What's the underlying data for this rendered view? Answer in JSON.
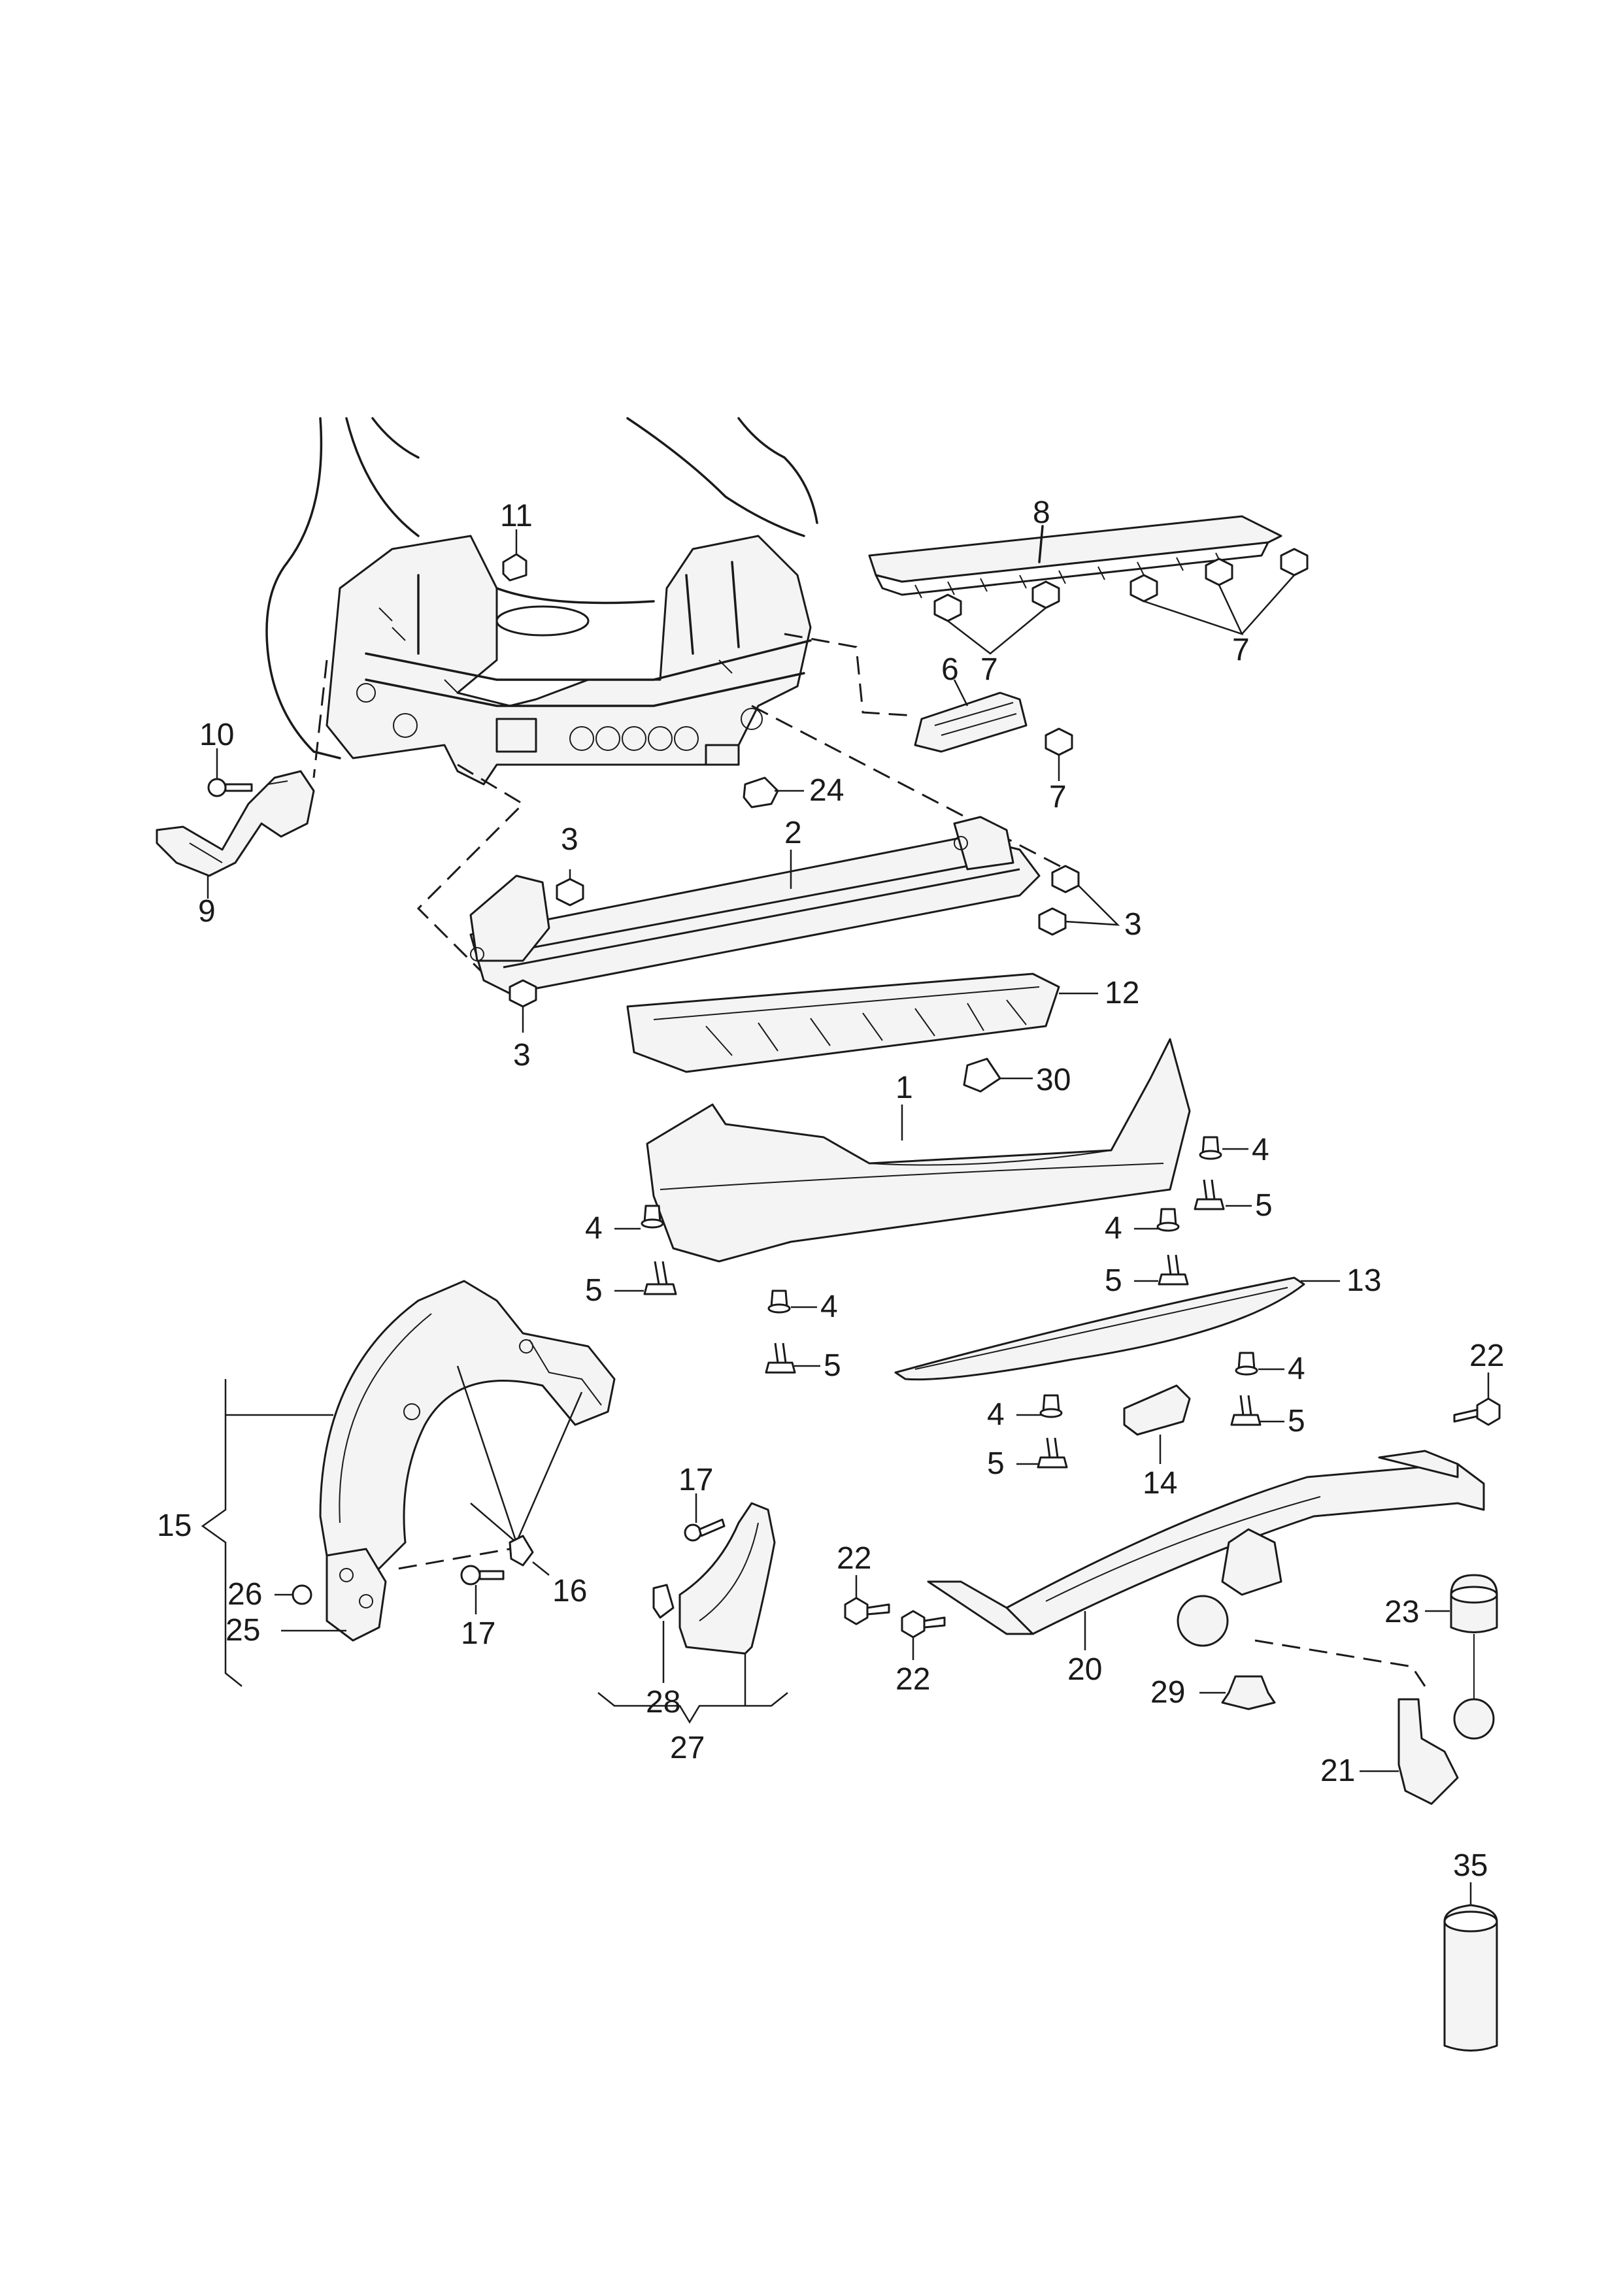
{
  "diagram": {
    "type": "exploded parts diagram",
    "callouts": {
      "c1": "1",
      "c2": "2",
      "c3a": "3",
      "c3b": "3",
      "c3c": "3",
      "c4a": "4",
      "c4b": "4",
      "c4c": "4",
      "c4d": "4",
      "c4e": "4",
      "c4f": "4",
      "c5a": "5",
      "c5b": "5",
      "c5c": "5",
      "c5d": "5",
      "c5e": "5",
      "c5f": "5",
      "c6": "6",
      "c7a": "7",
      "c7b": "7",
      "c7c": "7",
      "c8": "8",
      "c9": "9",
      "c10": "10",
      "c11": "11",
      "c12": "12",
      "c13": "13",
      "c14": "14",
      "c15": "15",
      "c16": "16",
      "c17a": "17",
      "c17b": "17",
      "c20": "20",
      "c21": "21",
      "c22a": "22",
      "c22b": "22",
      "c22c": "22",
      "c23": "23",
      "c24": "24",
      "c25": "25",
      "c26": "26",
      "c27": "27",
      "c28": "28",
      "c29": "29",
      "c30": "30",
      "c35": "35"
    }
  }
}
